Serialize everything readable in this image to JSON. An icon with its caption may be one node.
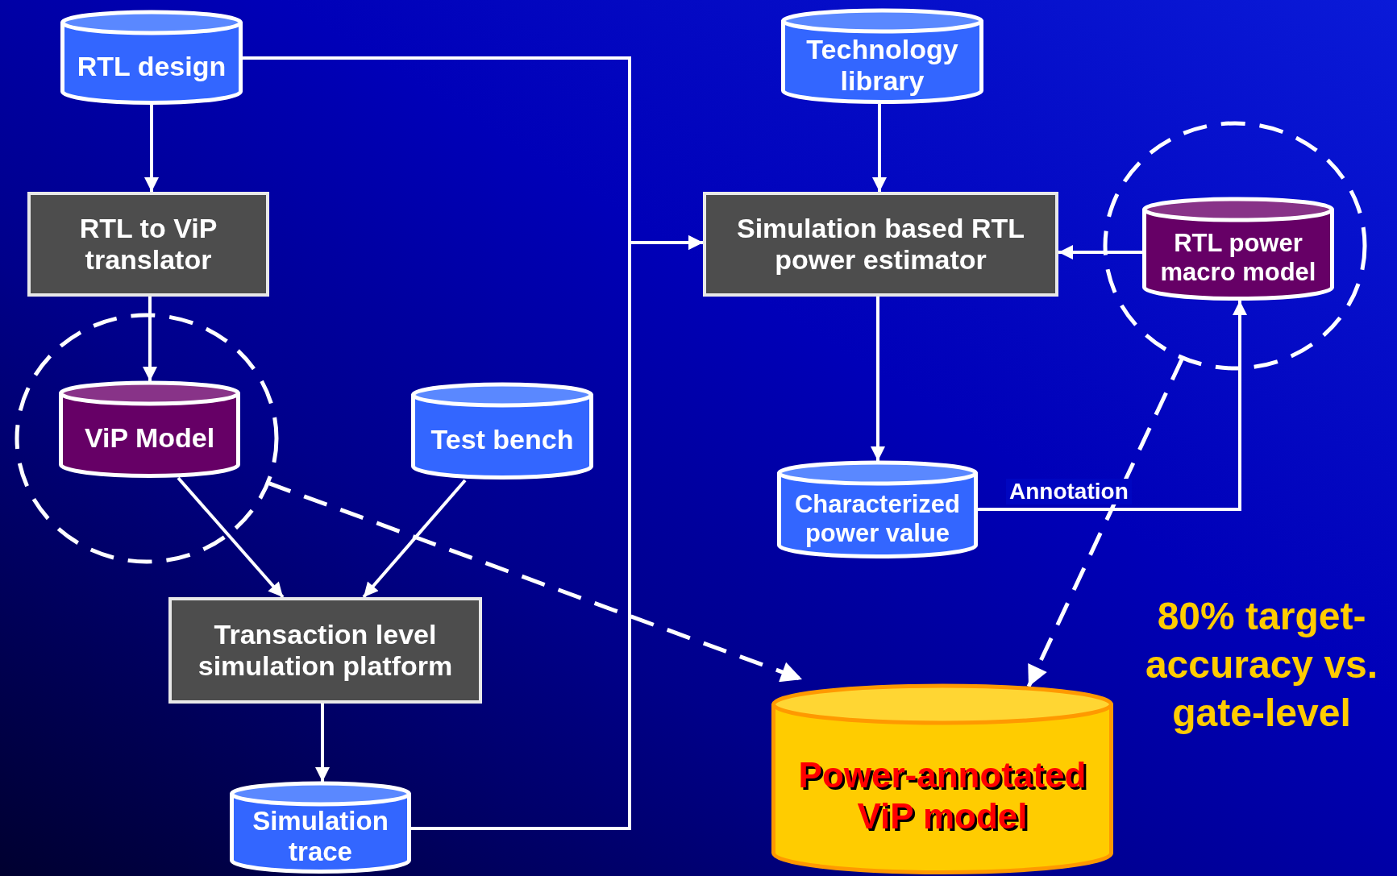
{
  "diagram": {
    "nodes": [
      {
        "text": [
          "RTL design"
        ]
      },
      {
        "text": [
          "RTL to ViP translator"
        ]
      },
      {
        "text": [],
        "shape": "circle"
      },
      {
        "text": [
          "ViP Model"
        ],
        "in": 2
      },
      {
        "text": [
          "Test bench"
        ]
      },
      {
        "text": [
          "Transaction level simulation platform"
        ]
      },
      {
        "text": [
          "Simulation trace"
        ]
      },
      {
        "text": [
          "Technology library"
        ]
      },
      {
        "text": [
          "Simulation based RTL power estimator"
        ]
      },
      {
        "text": [],
        "shape": "circle"
      },
      {
        "text": [
          "RTL power macro model"
        ],
        "in": 9
      },
      {
        "text": [
          "Characterized power value"
        ]
      },
      {
        "text": [
          "Power-annotated ViP model"
        ]
      }
    ],
    "edges": [
      {
        "from": 0,
        "to": 1,
        "arrow": "to"
      },
      {
        "from": 0,
        "to": 8,
        "arrow": "to"
      },
      {
        "from": 1,
        "to": 3,
        "arrow": "to"
      },
      {
        "from": 3,
        "to": 5,
        "arrow": "to"
      },
      {
        "from": 4,
        "to": 5,
        "arrow": "to"
      },
      {
        "from": 5,
        "to": 6,
        "arrow": "to"
      },
      {
        "from": 6,
        "to": 8,
        "arrow": "to"
      },
      {
        "from": 7,
        "to": 8,
        "arrow": "to"
      },
      {
        "from": 10,
        "to": 8,
        "arrow": "to"
      },
      {
        "from": 8,
        "to": 11,
        "arrow": "to"
      },
      {
        "from": 11,
        "to": 10,
        "arrow": "to",
        "label": "Annotation"
      },
      {
        "from": 2,
        "to": 12,
        "arrow": "to",
        "style": "dashed"
      },
      {
        "from": 9,
        "to": 12,
        "arrow": "to",
        "style": "dashed"
      }
    ],
    "labels": [
      "80% target-accuracy vs. gate-level"
    ]
  }
}
